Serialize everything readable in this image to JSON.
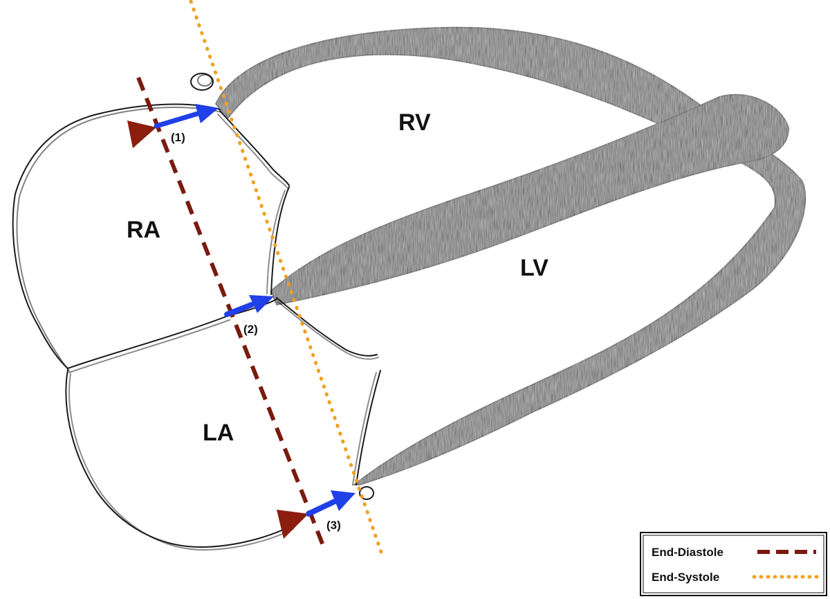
{
  "labels": {
    "rv": "RV",
    "lv": "LV",
    "ra": "RA",
    "la": "LA"
  },
  "arrows": {
    "a1": "(1)",
    "a2": "(2)",
    "a3": "(3)"
  },
  "legend": {
    "end_diastole": "End-Diastole",
    "end_systole": "End-Systole"
  },
  "colors": {
    "end_diastole": "#7a1a0e",
    "end_systole": "#f0a020",
    "displacement_arrow": "#2040e8",
    "outline": "#1a1a1a",
    "myocardium": "#5c5c5c"
  }
}
